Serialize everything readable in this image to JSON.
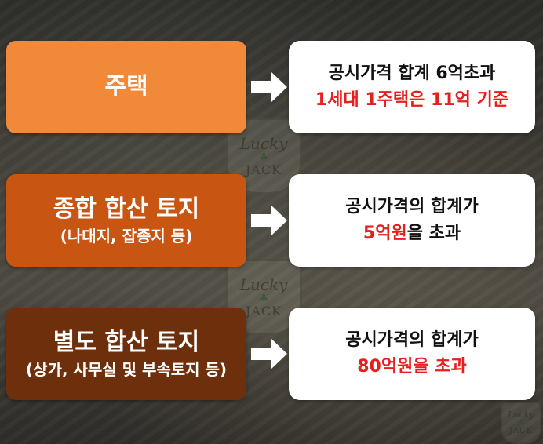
{
  "colors": {
    "housing": "#f08a3a",
    "comprehensive": "#c95512",
    "separate": "#6e300c",
    "highlight": "#e61e1e"
  },
  "watermark": {
    "line1": "Lucky",
    "line2": "JACK"
  },
  "rows": [
    {
      "category": {
        "title": "주택",
        "subtitle": ""
      },
      "condition": {
        "line1": "공시가격 합계 6억초과",
        "line2_red": "1세대 1주택은 11억 기준",
        "line2_black": ""
      }
    },
    {
      "category": {
        "title": "종합 합산 토지",
        "subtitle": "(나대지, 잡종지 등)"
      },
      "condition": {
        "line1": "공시가격의 합계가",
        "line2_red": "5억원",
        "line2_black": "을 초과"
      }
    },
    {
      "category": {
        "title": "별도 합산 토지",
        "subtitle": "(상가, 사무실 및 부속토지 등)"
      },
      "condition": {
        "line1": "공시가격의 합계가",
        "line2_red": "80억원을 초과",
        "line2_black": ""
      }
    }
  ]
}
